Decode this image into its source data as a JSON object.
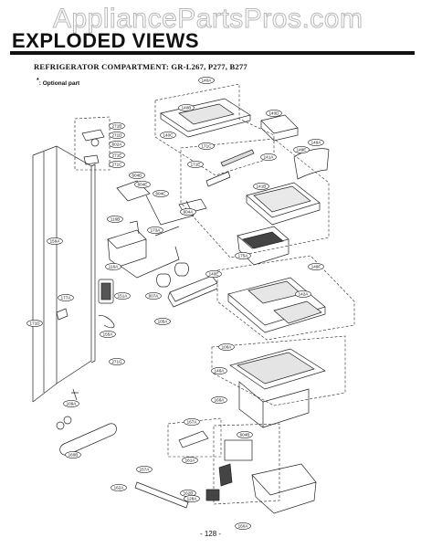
{
  "watermark": "AppliancePartsPros.com",
  "header": {
    "title": "EXPLODED VIEWS",
    "subtitle": "REFRIGERATOR COMPARTMENT: GR-L267, P277, B277",
    "optional_marker": "*",
    "optional_text": ": Optional part"
  },
  "part_labels": [
    "140A",
    "140B",
    "140C",
    "140D",
    "149E",
    "149A",
    "271B",
    "271D",
    "602A",
    "271E",
    "271C",
    "604D",
    "604E",
    "604C",
    "604A",
    "171C",
    "171E",
    "141A",
    "141B",
    "116B",
    "173A",
    "175A",
    "116A",
    "149F",
    "140E",
    "142A",
    "151A",
    "607A",
    "105A",
    "177A",
    "171D",
    "155A",
    "271G",
    "109A",
    "159A",
    "106A",
    "146A",
    "160B",
    "166A",
    "167A",
    "161A",
    "604B",
    "157A",
    "162A",
    "162B",
    "128A",
    "160A"
  ],
  "footer": {
    "page": "- 128 -"
  }
}
